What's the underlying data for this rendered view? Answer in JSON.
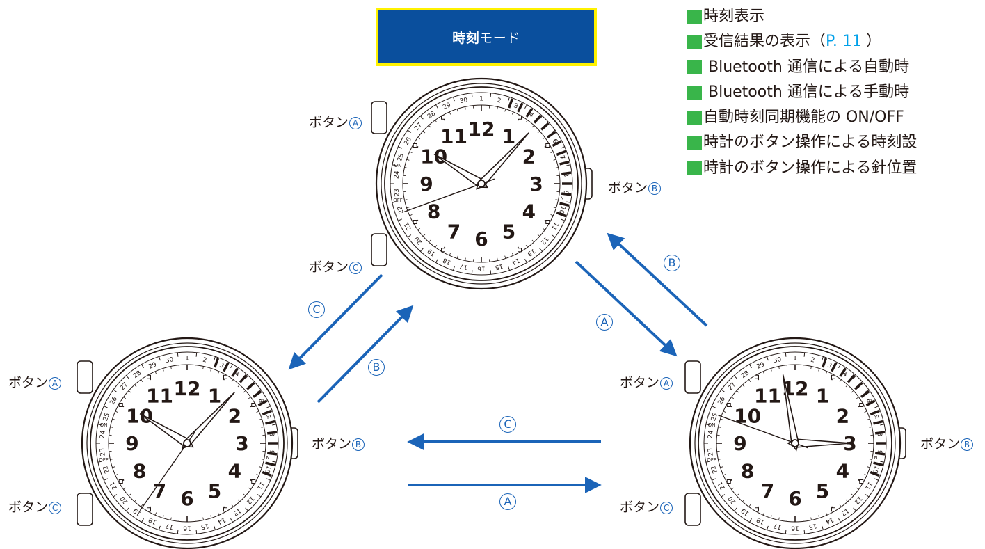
{
  "mode_title": {
    "strong": "時刻",
    "rest": "モード"
  },
  "menu_items": [
    {
      "text": "時刻表示"
    },
    {
      "text": "受信結果の表示（",
      "ref": "P. 11",
      "tail": "）"
    },
    {
      "text": "Bluetooth 通信による自動時",
      "lead_space": true
    },
    {
      "text": "Bluetooth 通信による手動時",
      "lead_space": true
    },
    {
      "text": "自動時刻同期機能の ON/OFF"
    },
    {
      "text": "時計のボタン操作による時刻設"
    },
    {
      "text": "時計のボタン操作による針位置"
    }
  ],
  "button_labels": {
    "button_prefix": "ボタン",
    "a": "A",
    "b": "B",
    "c": "C"
  },
  "arrow_labels": {
    "top_right_out": "A",
    "top_right_in": "B",
    "top_left_out": "C",
    "top_left_in": "B",
    "bottom_left": "C",
    "bottom_right": "A"
  },
  "dial": {
    "hour_numerals": [
      "12",
      "1",
      "2",
      "3",
      "4",
      "5",
      "6",
      "7",
      "8",
      "9",
      "10",
      "11"
    ],
    "date_numbers": [
      "1",
      "2",
      "3",
      "4",
      "5",
      "6",
      "7",
      "8",
      "9",
      "10",
      "11",
      "12",
      "13",
      "14",
      "15",
      "16",
      "17",
      "18",
      "19",
      "20",
      "21",
      "22",
      "23",
      "24",
      "25",
      "26",
      "27",
      "28",
      "29",
      "30"
    ],
    "mark_on": "ON",
    "mark_off": "OFF",
    "mark_y": "Y",
    "mark_n": "N"
  },
  "watches": [
    {
      "id": "top",
      "hour_deg": 302,
      "minute_deg": 43,
      "second_deg": 250
    },
    {
      "id": "left",
      "hour_deg": 302,
      "minute_deg": 43,
      "second_deg": 215
    },
    {
      "id": "right",
      "hour_deg": 90,
      "minute_deg": 350,
      "second_deg": 290
    }
  ],
  "colors": {
    "arrow": "#1b64b8",
    "mode_box_fill": "#0a4f9d",
    "mode_box_border": "#fff200",
    "menu_square": "#39b54a",
    "page_ref": "#00a0e9"
  }
}
